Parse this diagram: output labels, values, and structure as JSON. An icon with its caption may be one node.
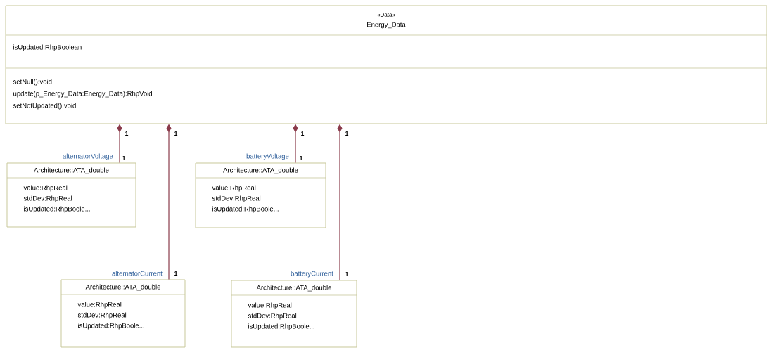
{
  "diagram": {
    "nodes": [
      {
        "text": [
          "«Data»",
          "Energy_Data",
          "isUpdated:RhpBoolean",
          "setNull():void",
          "update(p_Energy_Data:Energy_Data):RhpVoid",
          "setNotUpdated():void"
        ]
      },
      {
        "text": [
          "Architecture::ATA_double",
          "value:RhpReal",
          "stdDev:RhpReal",
          "isUpdated:RhpBoole..."
        ]
      },
      {
        "text": [
          "Architecture::ATA_double",
          "value:RhpReal",
          "stdDev:RhpReal",
          "isUpdated:RhpBoole..."
        ]
      },
      {
        "text": [
          "Architecture::ATA_double",
          "value:RhpReal",
          "stdDev:RhpReal",
          "isUpdated:RhpBoole..."
        ]
      },
      {
        "text": [
          "Architecture::ATA_double",
          "value:RhpReal",
          "stdDev:RhpReal",
          "isUpdated:RhpBoole..."
        ]
      }
    ],
    "edges": [
      {
        "from": 0,
        "to": 1,
        "arrow": "other",
        "label": "alternatorVoltage"
      },
      {
        "from": 0,
        "to": 3,
        "arrow": "other",
        "label": "alternatorCurrent"
      },
      {
        "from": 0,
        "to": 2,
        "arrow": "other",
        "label": "batteryVoltage"
      },
      {
        "from": 0,
        "to": 4,
        "arrow": "other",
        "label": "batteryCurrent"
      }
    ],
    "labels": [
      "1",
      "1",
      "1",
      "1",
      "1",
      "1",
      "1",
      "1"
    ]
  }
}
